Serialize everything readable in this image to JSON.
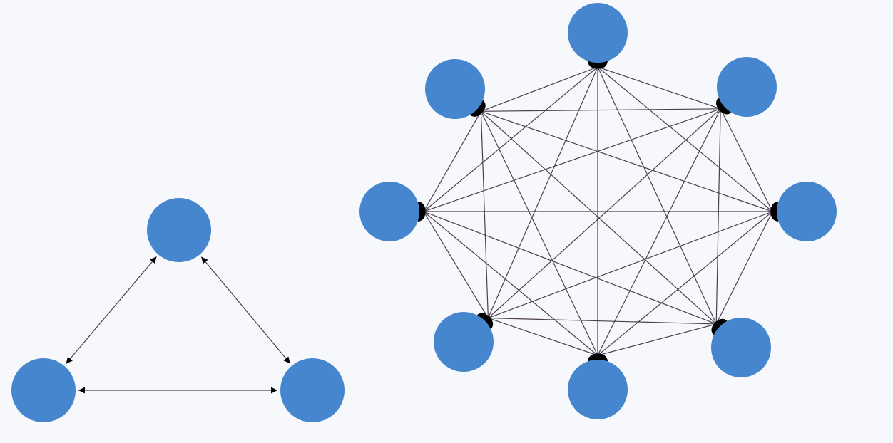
{
  "colors": {
    "background": "#f7f8fb",
    "node_fill": "#4686cf",
    "edge_stroke": "#4b3f4f",
    "arrowhead": "#000000"
  },
  "graphs": [
    {
      "id": "triangle",
      "node_count": 3,
      "connectivity": "complete",
      "edge_direction": "bidirectional"
    },
    {
      "id": "octagon",
      "node_count": 8,
      "connectivity": "complete",
      "edge_direction": "bidirectional"
    }
  ]
}
